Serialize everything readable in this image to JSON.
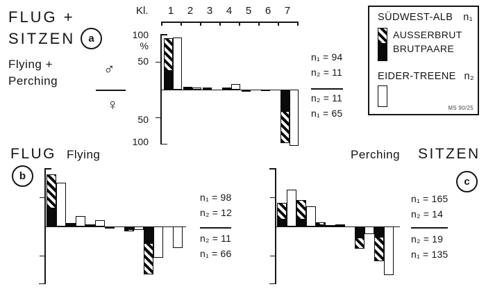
{
  "title_block": {
    "line1_de": "FLUG +",
    "line2_de": "SITZEN",
    "line3_en": "Flying +",
    "line4_en": "Perching"
  },
  "top_axis": {
    "label": "Kl.",
    "classes": [
      "1",
      "2",
      "3",
      "4",
      "5",
      "6",
      "7"
    ]
  },
  "axis_a": {
    "top_100": "100",
    "percent": "%",
    "top_50": "50",
    "bottom_50": "50",
    "bottom_100": "100",
    "male_symbol": "♂",
    "female_symbol": "♀"
  },
  "panel_a": {
    "marker": "a",
    "n_top1": "n₁ = 94",
    "n_top2": "n₂ = 11",
    "n_bot1": "n₂ = 11",
    "n_bot2": "n₁ = 65"
  },
  "panel_b": {
    "marker": "b",
    "title_de": "FLUG",
    "title_en": "Flying",
    "n_top1": "n₁ = 98",
    "n_top2": "n₂ = 12",
    "n_bot1": "n₂ = 11",
    "n_bot2": "n₁ = 66"
  },
  "panel_c": {
    "marker": "c",
    "title_en": "Perching",
    "title_de": "SITZEN",
    "n_top1": "n₁ = 165",
    "n_top2": "n₂ = 14",
    "n_bot1": "n₂ = 19",
    "n_bot2": "n₁ = 135"
  },
  "legend": {
    "region1_label": "SÜDWEST-ALB",
    "region1_n": "n₁",
    "swatch1_top_label": "AUSSERBRUT",
    "swatch1_bottom_label": "BRUTPAARE",
    "region2_label": "EIDER-TREENE",
    "region2_n": "n₂",
    "credit": "MS 90/25"
  },
  "colors": {
    "ink": "#151515",
    "paper": "#ffffff"
  },
  "chart_data": [
    {
      "panel": "a",
      "type": "bar",
      "title": "FLUG + SITZEN (Flying + Perching)",
      "categories": [
        1,
        2,
        3,
        4,
        5,
        6,
        7
      ],
      "xlabel": "Kl.",
      "ylabel": "%",
      "ylim": [
        -110,
        100
      ],
      "positive_side": "males ♂",
      "negative_side": "females ♀",
      "series": [
        {
          "name": "SÜDWEST-ALB (n₁), black = Brutpaare, hatched = Ausserbrut",
          "style": "black+hatch",
          "totals": [
            92,
            5,
            3,
            3,
            -4,
            -3,
            -97
          ],
          "black": [
            33,
            3,
            3,
            3,
            -4,
            -3,
            -39
          ],
          "below": [
            0,
            0,
            0,
            0,
            0,
            0,
            0
          ]
        },
        {
          "name": "EIDER-TREENE (n₂)",
          "style": "white",
          "values": [
            93,
            3,
            0,
            10,
            0,
            0,
            -102
          ]
        }
      ],
      "n": {
        "top": [
          "n₁ = 94",
          "n₂ = 11"
        ],
        "bottom": [
          "n₂ = 11",
          "n₁ = 65"
        ]
      }
    },
    {
      "panel": "b",
      "type": "bar",
      "title": "FLUG (Flying)",
      "categories": [
        1,
        2,
        3,
        4,
        5,
        6,
        7
      ],
      "xlabel": "Kl.",
      "ylabel": "%",
      "ylim": [
        -100,
        100
      ],
      "positive_side": "males ♂",
      "negative_side": "females ♀",
      "series": [
        {
          "name": "SÜDWEST-ALB (n₁), black = Brutpaare, hatched = Ausserbrut",
          "style": "black+hatch",
          "totals": [
            89,
            6,
            3,
            -4,
            -9,
            -83,
            0
          ],
          "black": [
            31,
            3,
            3,
            -4,
            -5,
            -29,
            0
          ],
          "below": [
            0,
            0,
            0,
            0,
            0,
            0,
            0
          ]
        },
        {
          "name": "EIDER-TREENE (n₂)",
          "style": "white",
          "values": [
            74,
            17,
            10,
            0,
            -7,
            -54,
            -37
          ]
        }
      ],
      "n": {
        "top": [
          "n₁ = 98",
          "n₂ = 12"
        ],
        "bottom": [
          "n₂ = 11",
          "n₁ = 66"
        ]
      }
    },
    {
      "panel": "c",
      "type": "bar",
      "title": "SITZEN (Perching)",
      "categories": [
        1,
        2,
        3,
        4,
        5,
        6,
        7
      ],
      "xlabel": "Kl.",
      "ylabel": "%",
      "ylim": [
        -100,
        100
      ],
      "positive_side": "males ♂",
      "negative_side": "females ♀",
      "series": [
        {
          "name": "SÜDWEST-ALB (n₁), black = Brutpaare, hatched = Ausserbrut",
          "style": "black+hatch",
          "totals": [
            40,
            45,
            7,
            3,
            -38,
            -60,
            0
          ],
          "black": [
            12,
            12,
            2,
            3,
            -20,
            -18,
            0
          ],
          "below": [
            0,
            0,
            0,
            -2,
            0,
            0,
            0
          ]
        },
        {
          "name": "EIDER-TREENE (n₂)",
          "style": "white",
          "values": [
            63,
            34,
            2,
            0,
            -13,
            -84,
            0
          ]
        }
      ],
      "n": {
        "top": [
          "n₁ = 165",
          "n₂ = 14"
        ],
        "bottom": [
          "n₂ = 19",
          "n₁ = 135"
        ]
      }
    }
  ]
}
